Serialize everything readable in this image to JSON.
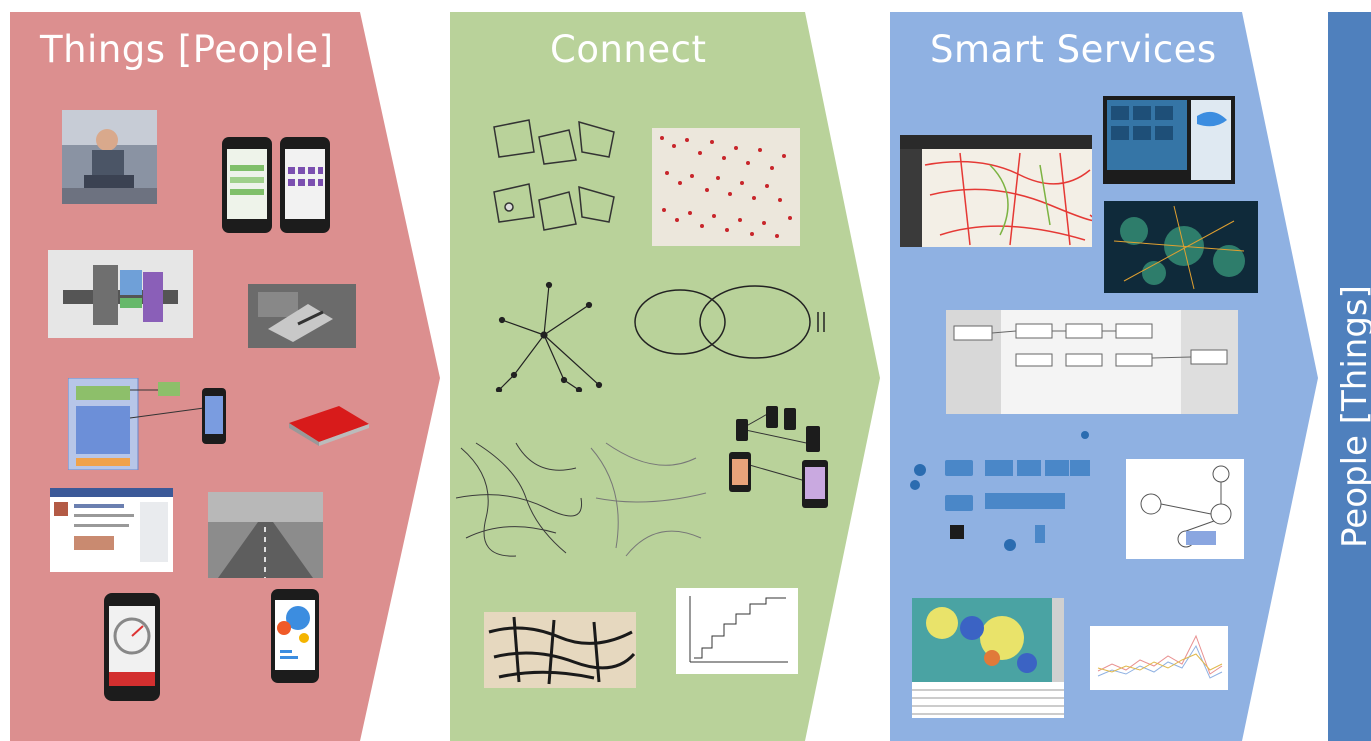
{
  "stages": [
    {
      "title": "Things [People]",
      "color": "#dc8f8f"
    },
    {
      "title": "Connect",
      "color": "#b9d29a"
    },
    {
      "title": "Smart Services",
      "color": "#8fb1e2"
    },
    {
      "title": "People [Things]",
      "color": "#4f80bd"
    }
  ]
}
